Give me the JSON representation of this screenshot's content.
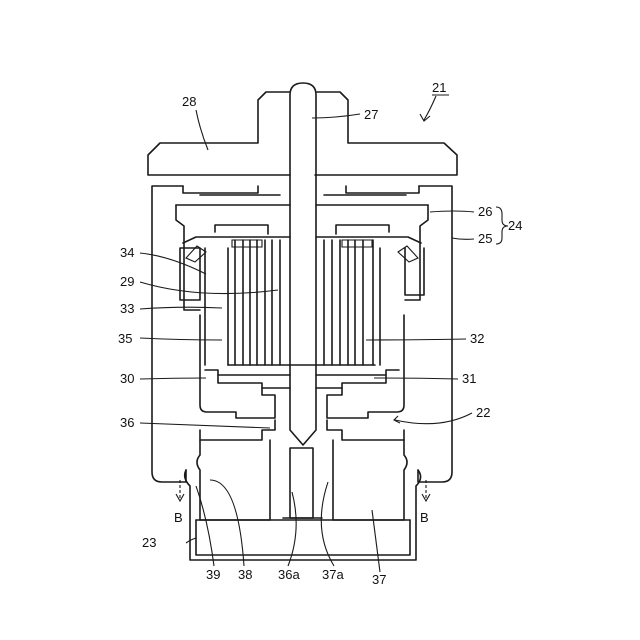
{
  "labels": {
    "n21": "21",
    "n22": "22",
    "n23": "23",
    "n24": "24",
    "n25": "25",
    "n26": "26",
    "n27": "27",
    "n28": "28",
    "n29": "29",
    "n30": "30",
    "n31": "31",
    "n32": "32",
    "n33": "33",
    "n34": "34",
    "n35": "35",
    "n36": "36",
    "n36a": "36a",
    "n37": "37",
    "n37a": "37a",
    "n38": "38",
    "n39": "39",
    "bLeft": "B",
    "bRight": "B"
  }
}
